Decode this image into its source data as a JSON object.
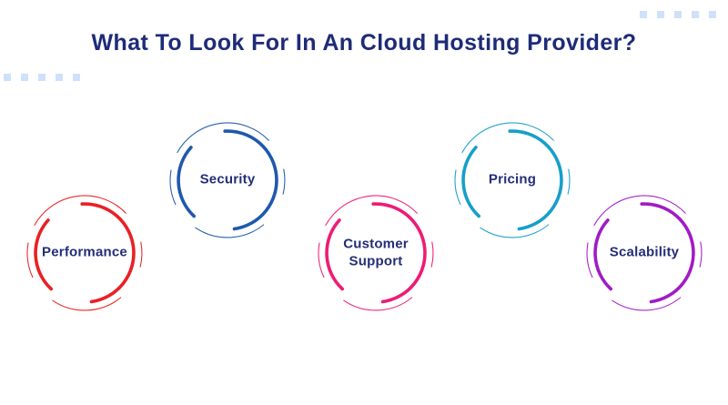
{
  "title": "What To Look For In An Cloud Hosting Provider?",
  "colors": {
    "title": "#1e2b78",
    "label": "#232e77",
    "decor_square": "#cfe1fa"
  },
  "decor": {
    "top_right_square_count": 5,
    "left_square_count": 5
  },
  "items": [
    {
      "label": "Performance",
      "color": "#e92025"
    },
    {
      "label": "Security",
      "color": "#1e59ad"
    },
    {
      "label": "Customer Support",
      "color": "#ee1b76"
    },
    {
      "label": "Pricing",
      "color": "#169fca"
    },
    {
      "label": "Scalability",
      "color": "#a11bc6"
    }
  ]
}
